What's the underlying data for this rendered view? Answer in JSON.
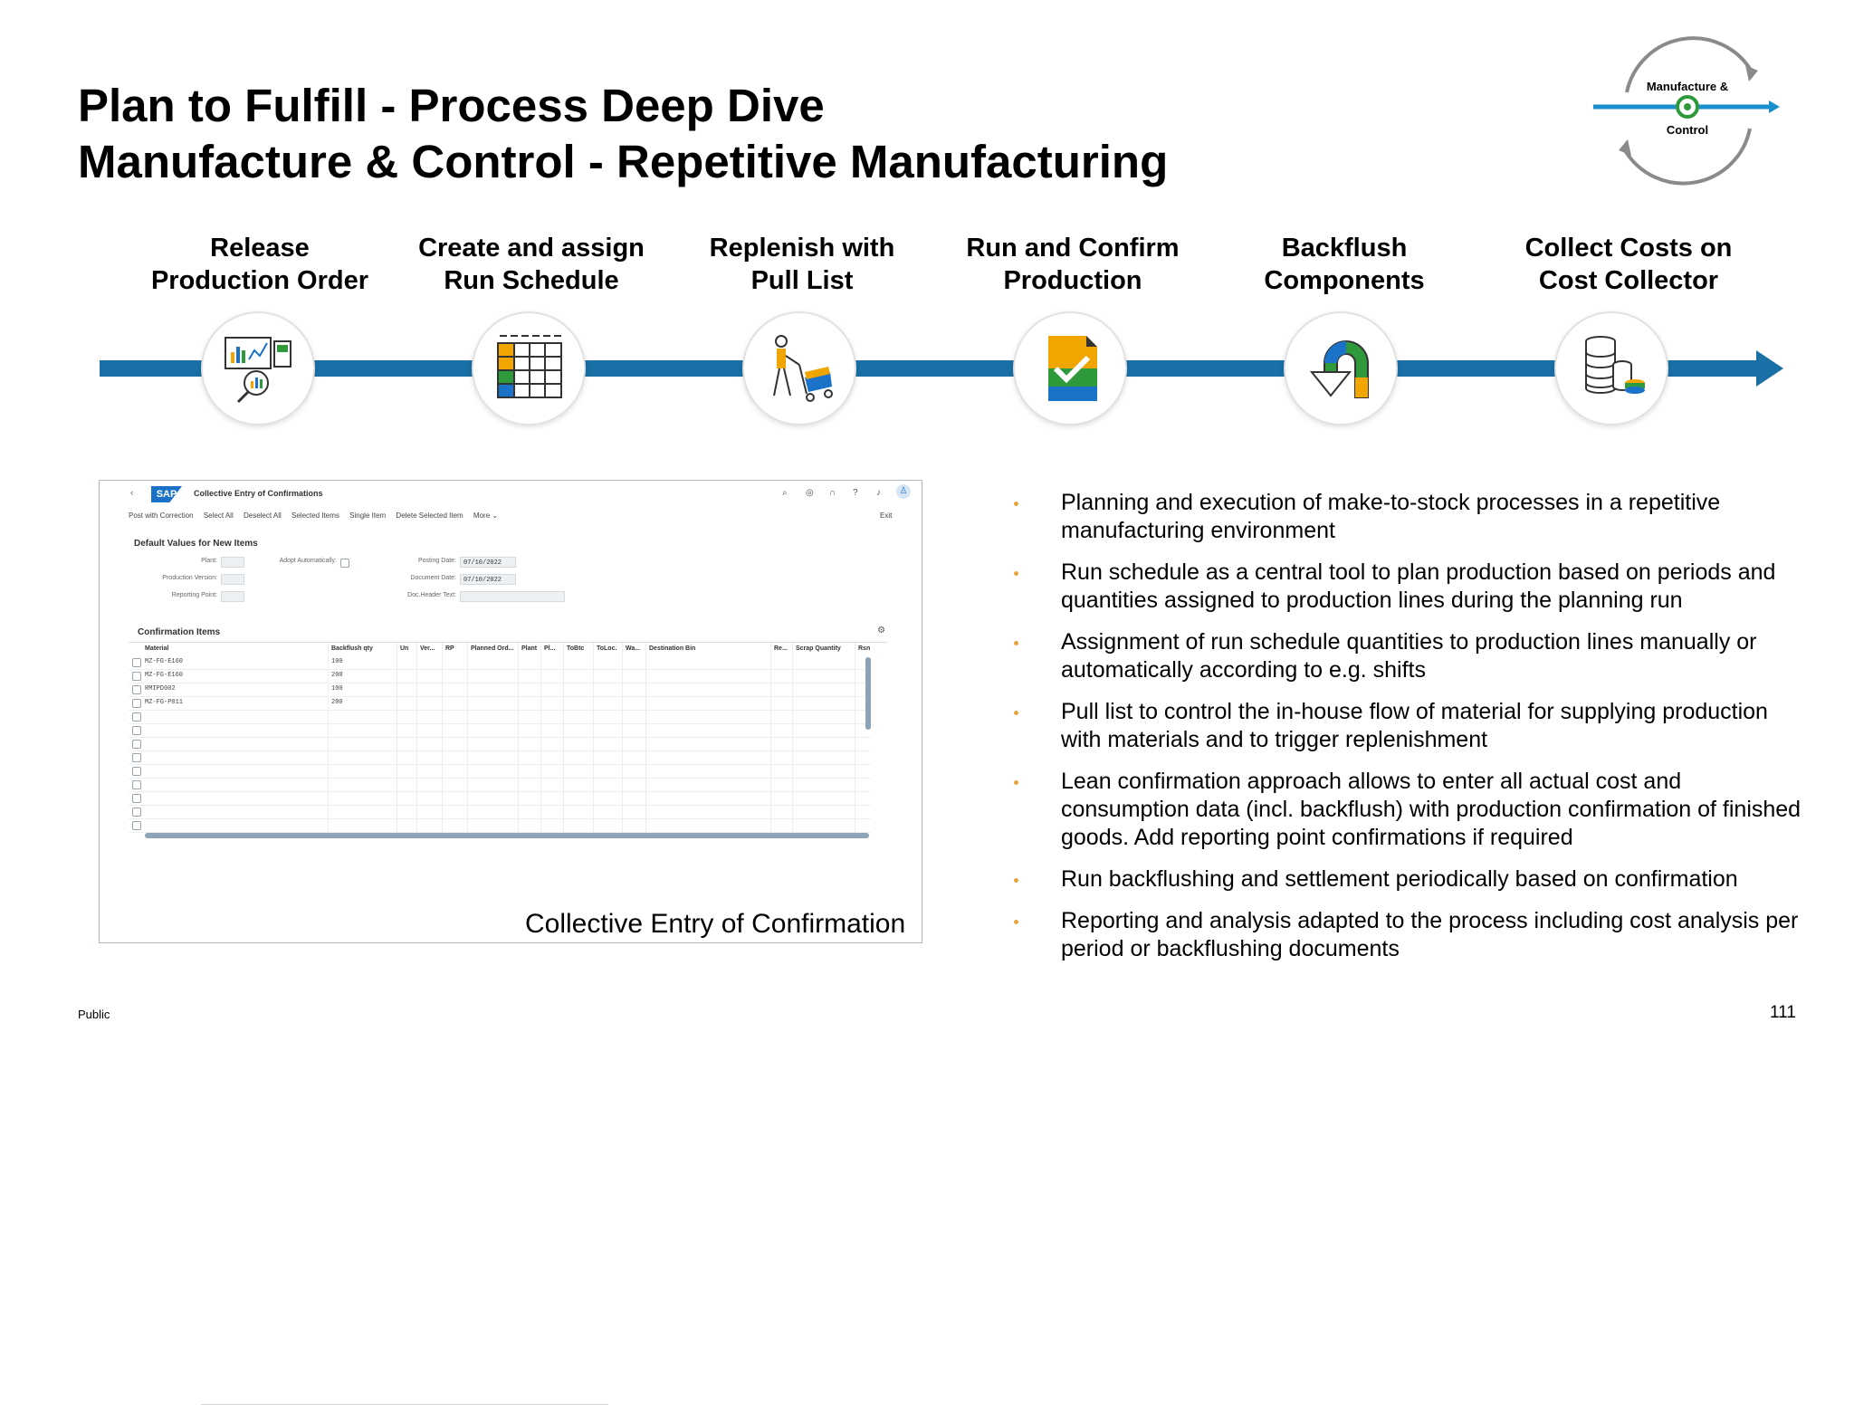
{
  "title": {
    "line1": "Plan to Fulfill - Process Deep Dive",
    "line2": "Manufacture & Control - Repetitive Manufacturing"
  },
  "badge": {
    "top": "Manufacture &",
    "bottom": "Control"
  },
  "steps": [
    {
      "line1": "Release",
      "line2": "Production Order",
      "icon": "dashboard-monitor-icon"
    },
    {
      "line1": "Create and assign",
      "line2": "Run Schedule",
      "icon": "calendar-grid-icon"
    },
    {
      "line1": "Replenish with",
      "line2": "Pull List",
      "icon": "person-cart-icon"
    },
    {
      "line1": "Run and Confirm",
      "line2": "Production",
      "icon": "checked-document-icon"
    },
    {
      "line1": "Backflush",
      "line2": "Components",
      "icon": "backflush-arrow-icon"
    },
    {
      "line1": "Collect Costs on",
      "line2": "Cost Collector",
      "icon": "coin-stacks-icon"
    }
  ],
  "screenshot": {
    "logo": "SAP",
    "app_title": "Collective Entry of Confirmations",
    "toolbar": [
      "Post with Correction",
      "Select All",
      "Deselect All",
      "Selected Items",
      "Single Item",
      "Delete Selected Item",
      "More ⌄"
    ],
    "exit": "Exit",
    "defaults_title": "Default Values for New Items",
    "fields": {
      "plant": "Plant:",
      "production_version": "Production Version:",
      "reporting_point": "Reporting Point:",
      "adopt": "Adopt Automatically:",
      "posting_date_label": "Posting Date:",
      "posting_date": "07/10/2022",
      "document_date_label": "Document Date:",
      "document_date": "07/10/2022",
      "doc_header_label": "Doc.Header Text:"
    },
    "items_title": "Confirmation Items",
    "columns": [
      "Material",
      "Backflush qty",
      "Un",
      "Ver...",
      "RP",
      "Planned Ord...",
      "Plant",
      "Pl...",
      "ToBtc",
      "ToLoc.",
      "Wa...",
      "Destination Bin",
      "Re...",
      "Scrap Quantity",
      "Rsn"
    ],
    "rows": [
      {
        "material": "MZ-FG-E160",
        "qty": "100"
      },
      {
        "material": "MZ-FG-E160",
        "qty": "200"
      },
      {
        "material": "RMIPD002",
        "qty": "100"
      },
      {
        "material": "MZ-FG-P011",
        "qty": "200"
      },
      {
        "material": "",
        "qty": ""
      },
      {
        "material": "",
        "qty": ""
      },
      {
        "material": "",
        "qty": ""
      },
      {
        "material": "",
        "qty": ""
      },
      {
        "material": "",
        "qty": ""
      },
      {
        "material": "",
        "qty": ""
      },
      {
        "material": "",
        "qty": ""
      },
      {
        "material": "",
        "qty": ""
      },
      {
        "material": "",
        "qty": ""
      }
    ],
    "caption": "Collective Entry of Confirmation"
  },
  "bullets": [
    "Planning and execution of make-to-stock processes in a repetitive manufacturing environment",
    "Run schedule as a central tool to plan production based on periods and quantities assigned to production lines during the planning run",
    "Assignment of run schedule quantities to production lines manually or automatically according to e.g. shifts",
    "Pull list to control the in-house flow of material for supplying production with materials and to trigger replenishment",
    "Lean confirmation approach allows to enter all actual cost and consumption data (incl. backflush) with production confirmation of finished goods. Add reporting point confirmations if required",
    "Run backflushing and settlement periodically based on confirmation",
    "Reporting and analysis adapted to the process including cost analysis per period or backflushing documents"
  ],
  "footer": {
    "classification": "Public",
    "page_number": "111"
  },
  "colors": {
    "timeline": "#1a6fa6",
    "bullet": "#e8a33d",
    "badge_ring": "#2e9a3c"
  }
}
